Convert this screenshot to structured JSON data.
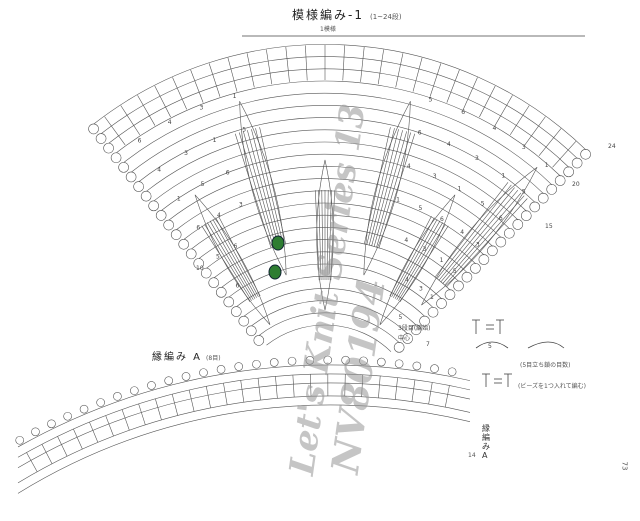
{
  "header": {
    "title": "模様編み-1",
    "title_range": "(1~24段)",
    "repeat_label": "1模様"
  },
  "pattern": {
    "row_labels": [
      "24",
      "20",
      "15",
      "10",
      "7"
    ],
    "start_label": "3段目(編始)",
    "center_label": "中心",
    "stitch_numbers": [
      "5",
      "6",
      "4",
      "3",
      "1"
    ]
  },
  "edging": {
    "title": "縁編み A",
    "title_note": "(8目)",
    "side_label": "縁編みA",
    "row_label": "14"
  },
  "legend": {
    "note_chain": "(5目立ち鎖の目数)",
    "note_bead": "(ビーズを1つ入れて編む)",
    "chain_count": "5"
  },
  "watermark": {
    "line1": "Let's Knit Series 13",
    "line2": "NV80194"
  },
  "page_number": "73",
  "colors": {
    "ink": "#333333",
    "bead": "#2e7d32",
    "paper": "#ffffff"
  }
}
